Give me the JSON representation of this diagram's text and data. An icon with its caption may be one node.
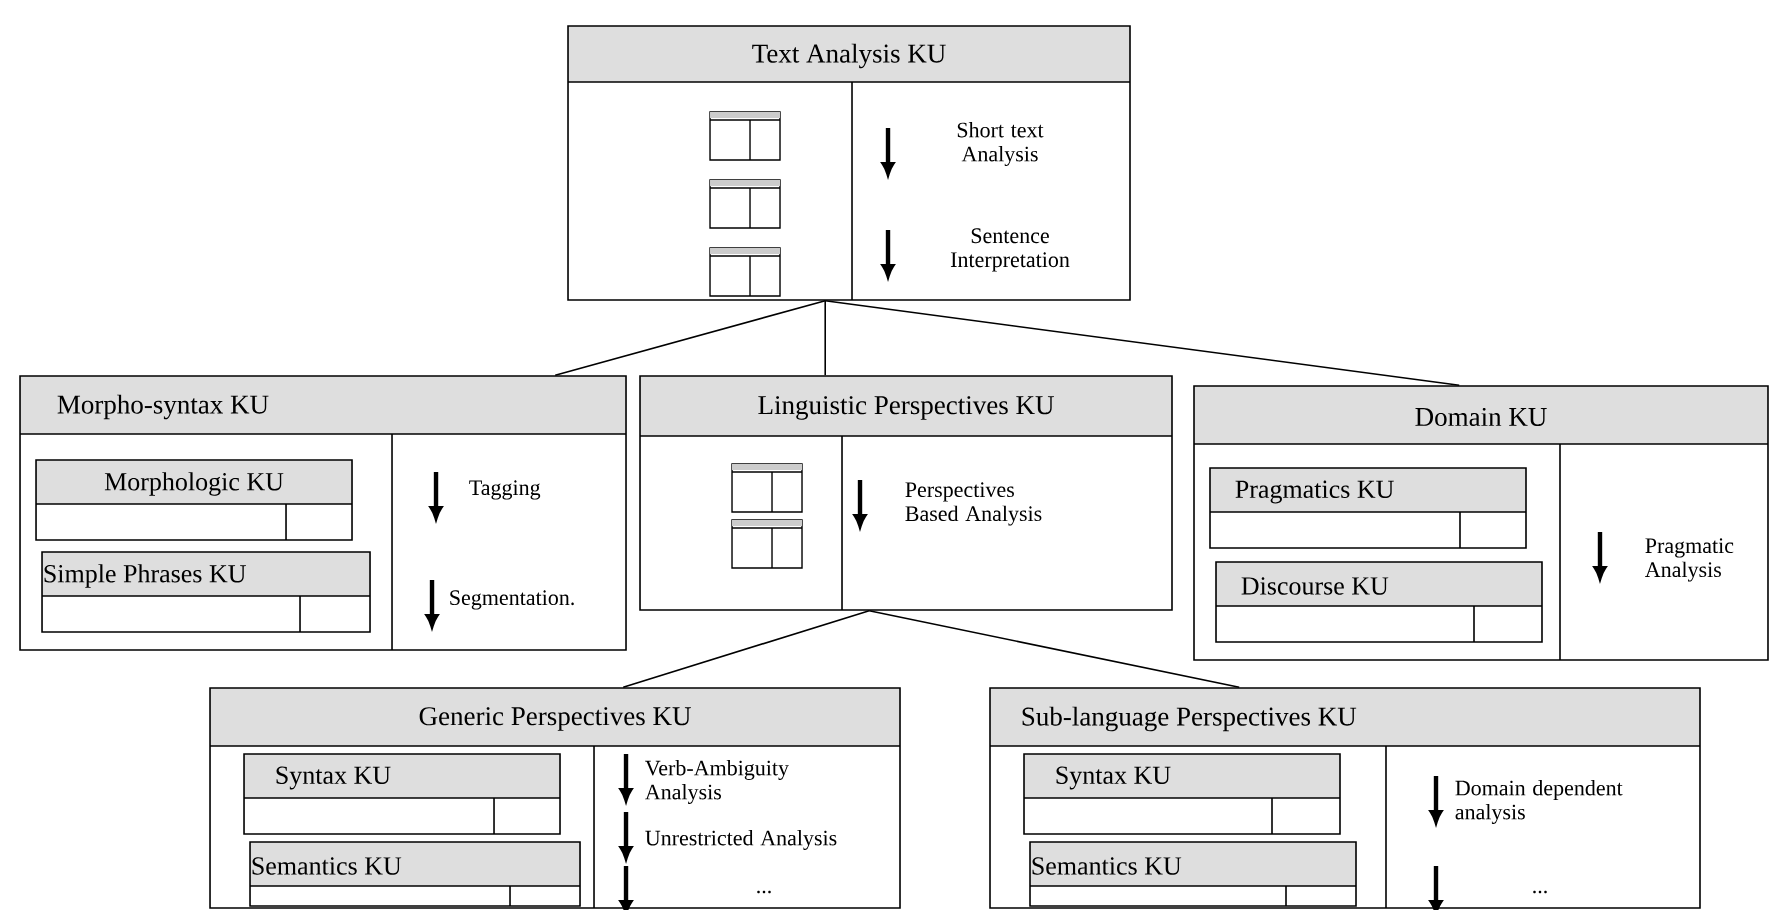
{
  "diagram": {
    "nodes": [
      {
        "text": [
          "Text Analysis KU",
          "Short text Analysis",
          "Sentence Interpretation"
        ]
      },
      {
        "text": [
          "Morpho-syntax KU",
          "Tagging",
          "Segmentation."
        ]
      },
      {
        "text": [
          "Linguistic Perspectives KU",
          "Perspectives Based Analysis"
        ]
      },
      {
        "text": [
          "Domain KU",
          "Pragmatic Analysis"
        ]
      },
      {
        "text": [
          "Generic Perspectives KU",
          "Verb-Ambiguity Analysis",
          "Unrestricted Analysis",
          "..."
        ]
      },
      {
        "text": [
          "Sub-language Perspectives KU",
          "Domain dependent analysis",
          "..."
        ]
      },
      {
        "text": [
          "Morphologic  KU"
        ],
        "in": 1
      },
      {
        "text": [
          "Simple Phrases KU"
        ],
        "in": 1
      },
      {
        "text": [
          "Pragmatics KU"
        ],
        "in": 3
      },
      {
        "text": [
          "Discourse KU"
        ],
        "in": 3
      },
      {
        "text": [
          "Syntax KU"
        ],
        "in": 4
      },
      {
        "text": [
          "Semantics KU"
        ],
        "in": 4
      },
      {
        "text": [
          "Syntax KU"
        ],
        "in": 5
      },
      {
        "text": [
          "Semantics KU"
        ],
        "in": 5
      }
    ],
    "edges": [
      {
        "from": 0,
        "to": 1,
        "arrow": "none"
      },
      {
        "from": 0,
        "to": 2,
        "arrow": "none"
      },
      {
        "from": 0,
        "to": 3,
        "arrow": "none"
      },
      {
        "from": 2,
        "to": 4,
        "arrow": "none"
      },
      {
        "from": 2,
        "to": 5,
        "arrow": "none"
      }
    ]
  }
}
